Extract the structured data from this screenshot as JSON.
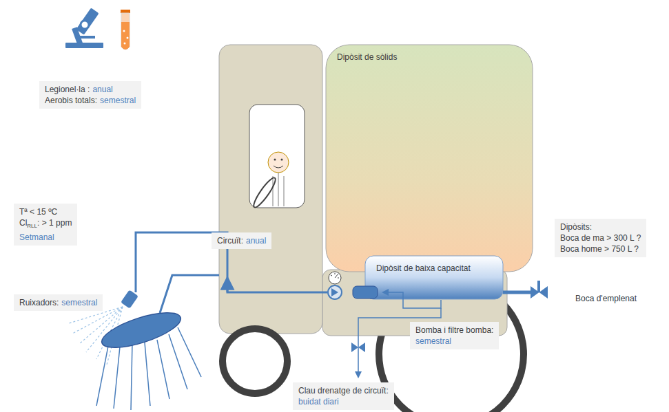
{
  "diagram": {
    "nodes": [
      {
        "text": [
          "Legionel·la :",
          "anual",
          "Aerobis totals:",
          "semestral"
        ]
      },
      {
        "text": [
          "Dipòsit de sòlids"
        ]
      },
      {
        "text": [
          "Dipòsits:",
          "Boca de ma > 300 L ?",
          "Boca home > 750 L ?"
        ]
      },
      {
        "text": [
          "Tª < 15 ºC",
          "Cl",
          "RLL",
          ": > 1 ppm",
          "Setmanal"
        ]
      },
      {
        "text": [
          "Circuït:",
          "anual"
        ]
      },
      {
        "text": [
          "Dipòsit de baixa capacitat"
        ]
      },
      {
        "text": [
          "Ruixadors:",
          "semestral"
        ]
      },
      {
        "text": [
          "Bomba i filtre bomba:",
          "semestral"
        ]
      },
      {
        "text": [
          "Clau drenatge de circuït:",
          "buidat diari"
        ]
      }
    ],
    "labels": [
      "Boca d'emplenat"
    ]
  }
}
